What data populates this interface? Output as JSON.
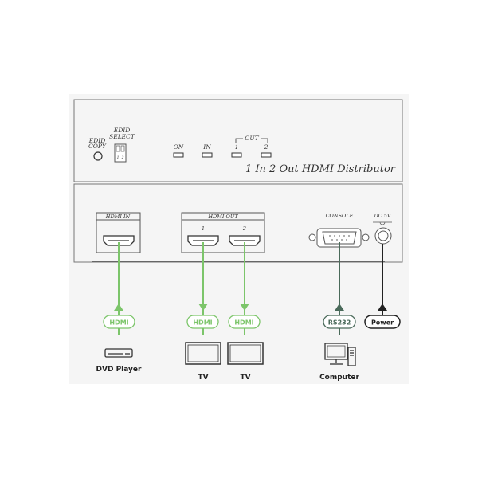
{
  "front_panel": {
    "title": "1 In 2 Out HDMI Distributor",
    "edid_copy": [
      "EDID",
      "COPY"
    ],
    "edid_select": [
      "EDID",
      "SELECT"
    ],
    "switch_labels": [
      "1",
      "2"
    ],
    "leds": [
      "ON",
      "IN",
      "1",
      "2"
    ],
    "out_group": "OUT"
  },
  "rear_panel": {
    "hdmi_in": "HDMI IN",
    "hdmi_out": "HDMI OUT",
    "out_ports": [
      "1",
      "2"
    ],
    "console": "CONSOLE",
    "dc": "DC 5V"
  },
  "connections": [
    {
      "cable": "HDMI",
      "device": "DVD Player",
      "direction": "in"
    },
    {
      "cable": "HDMI",
      "device": "TV",
      "direction": "out"
    },
    {
      "cable": "HDMI",
      "device": "TV",
      "direction": "out"
    },
    {
      "cable": "RS232",
      "device": "Computer",
      "direction": "in"
    },
    {
      "cable": "Power",
      "device": "",
      "direction": "in"
    }
  ],
  "colors": {
    "hdmi": "#7cc56a",
    "rs232": "#4a6a5a",
    "power": "#222222",
    "panel": "#f4f4f4"
  }
}
